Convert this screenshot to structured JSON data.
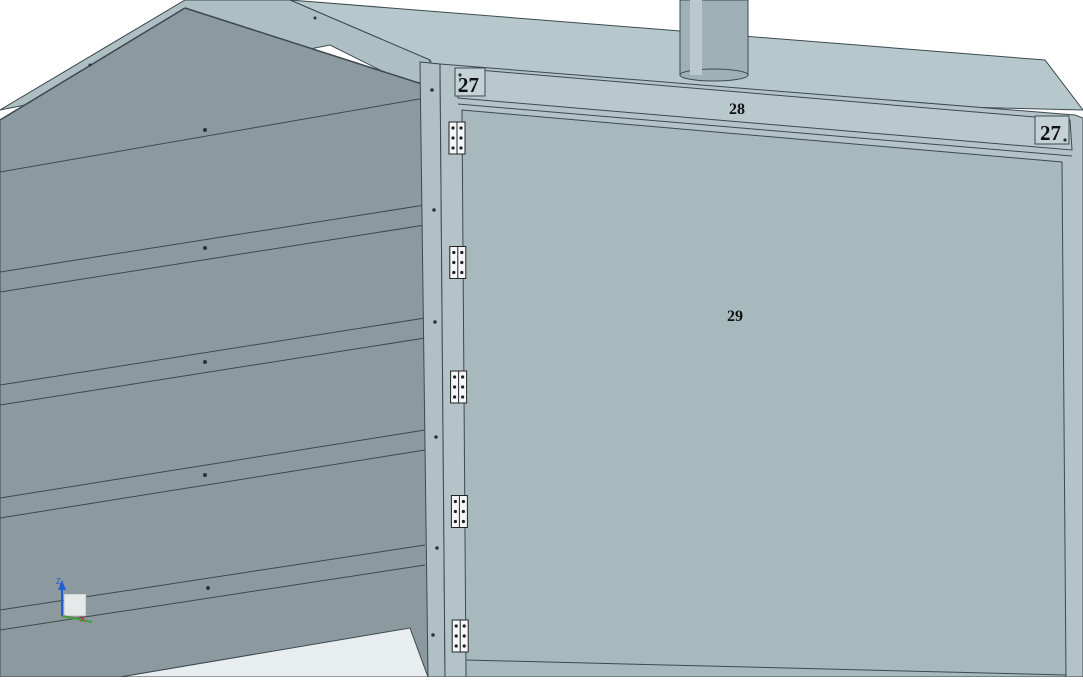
{
  "viewport": {
    "colors": {
      "background": "#ffffff",
      "roof": "#b7c8cd",
      "side_wall": "#8c9aa0",
      "front_frame": "#b3c3c8",
      "door_panel": "#a8b9be",
      "edge": "#3c4a50",
      "chimney": "#9fb0b6",
      "floor": "#e8eef0"
    }
  },
  "callouts": {
    "top_left_corner": "27",
    "top_right_corner": "27",
    "top_rail": "28",
    "door_panel": "29"
  },
  "hinges": {
    "count": 5
  },
  "axis_triad": {
    "z_label": "Z",
    "x_label": "X",
    "icon": "axis-triad-icon"
  }
}
